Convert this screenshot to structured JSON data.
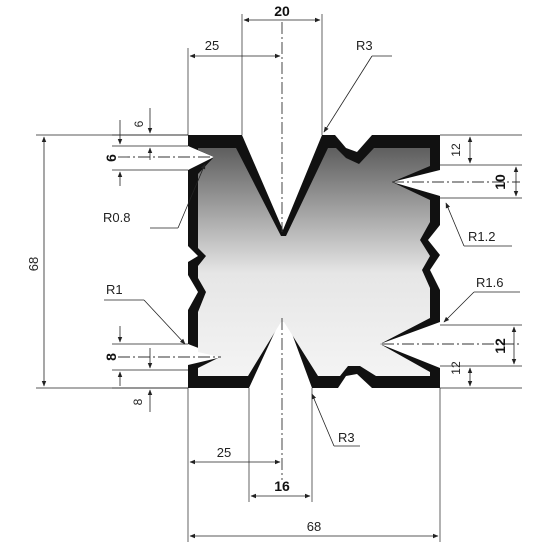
{
  "dimensions": {
    "top_v_opening": "20",
    "top_v_offset": "25",
    "top_v_radius": "R3",
    "left_v_depth": "6",
    "left_v_opening": "6",
    "left_v_radius": "R0.8",
    "right_upper_v_offset": "12",
    "right_upper_v_opening": "10",
    "right_upper_v_radius": "R1.2",
    "overall_height": "68",
    "left_lower_v_radius": "R1",
    "left_lower_v_opening": "8",
    "left_lower_v_offset": "8",
    "right_lower_v_radius": "R1.6",
    "right_lower_v_opening": "12",
    "right_lower_v_offset": "12",
    "bottom_v_offset": "25",
    "bottom_v_opening": "16",
    "bottom_v_radius": "R3",
    "overall_width": "68"
  },
  "colors": {
    "outline": "#111111",
    "fill_light": "#f2f2f2",
    "fill_dark": "#5a5a5a"
  }
}
